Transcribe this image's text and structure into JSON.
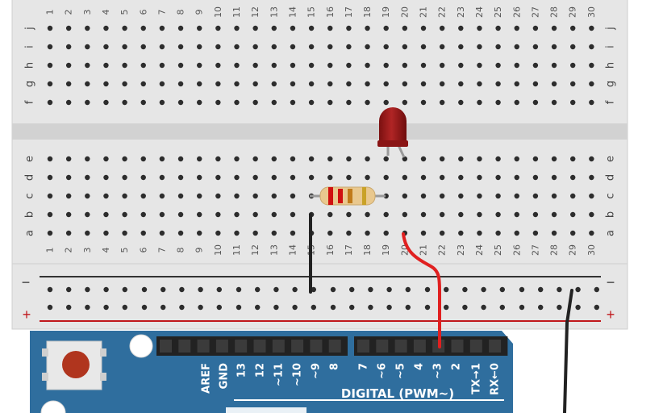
{
  "breadboard": {
    "columns": [
      "1",
      "2",
      "3",
      "4",
      "5",
      "6",
      "7",
      "8",
      "9",
      "10",
      "11",
      "12",
      "13",
      "14",
      "15",
      "16",
      "17",
      "18",
      "19",
      "20",
      "21",
      "22",
      "23",
      "24",
      "25",
      "26",
      "27",
      "28",
      "29",
      "30"
    ],
    "top_rows": [
      "j",
      "i",
      "h",
      "g",
      "f"
    ],
    "bottom_rows": [
      "e",
      "d",
      "c",
      "b",
      "a"
    ],
    "rail_minus": "−",
    "rail_plus": "+"
  },
  "components": {
    "led_color": "#9b1b1b",
    "resistor_bands": [
      "#d01010",
      "#d01010",
      "#c07a1a",
      "#c9a227"
    ]
  },
  "wires": {
    "signal_color": "#e02020",
    "ground_color": "#222222"
  },
  "arduino": {
    "header_left_labels": [
      "AREF",
      "GND",
      "13",
      "12",
      "~11",
      "~10",
      "~9",
      "8"
    ],
    "header_right_labels": [
      "7",
      "~6",
      "~5",
      "4",
      "~3",
      "2",
      "TX→1",
      "RX←0"
    ],
    "digital_label": "DIGITAL (PWM~)",
    "board_color": "#2f6e9e"
  }
}
